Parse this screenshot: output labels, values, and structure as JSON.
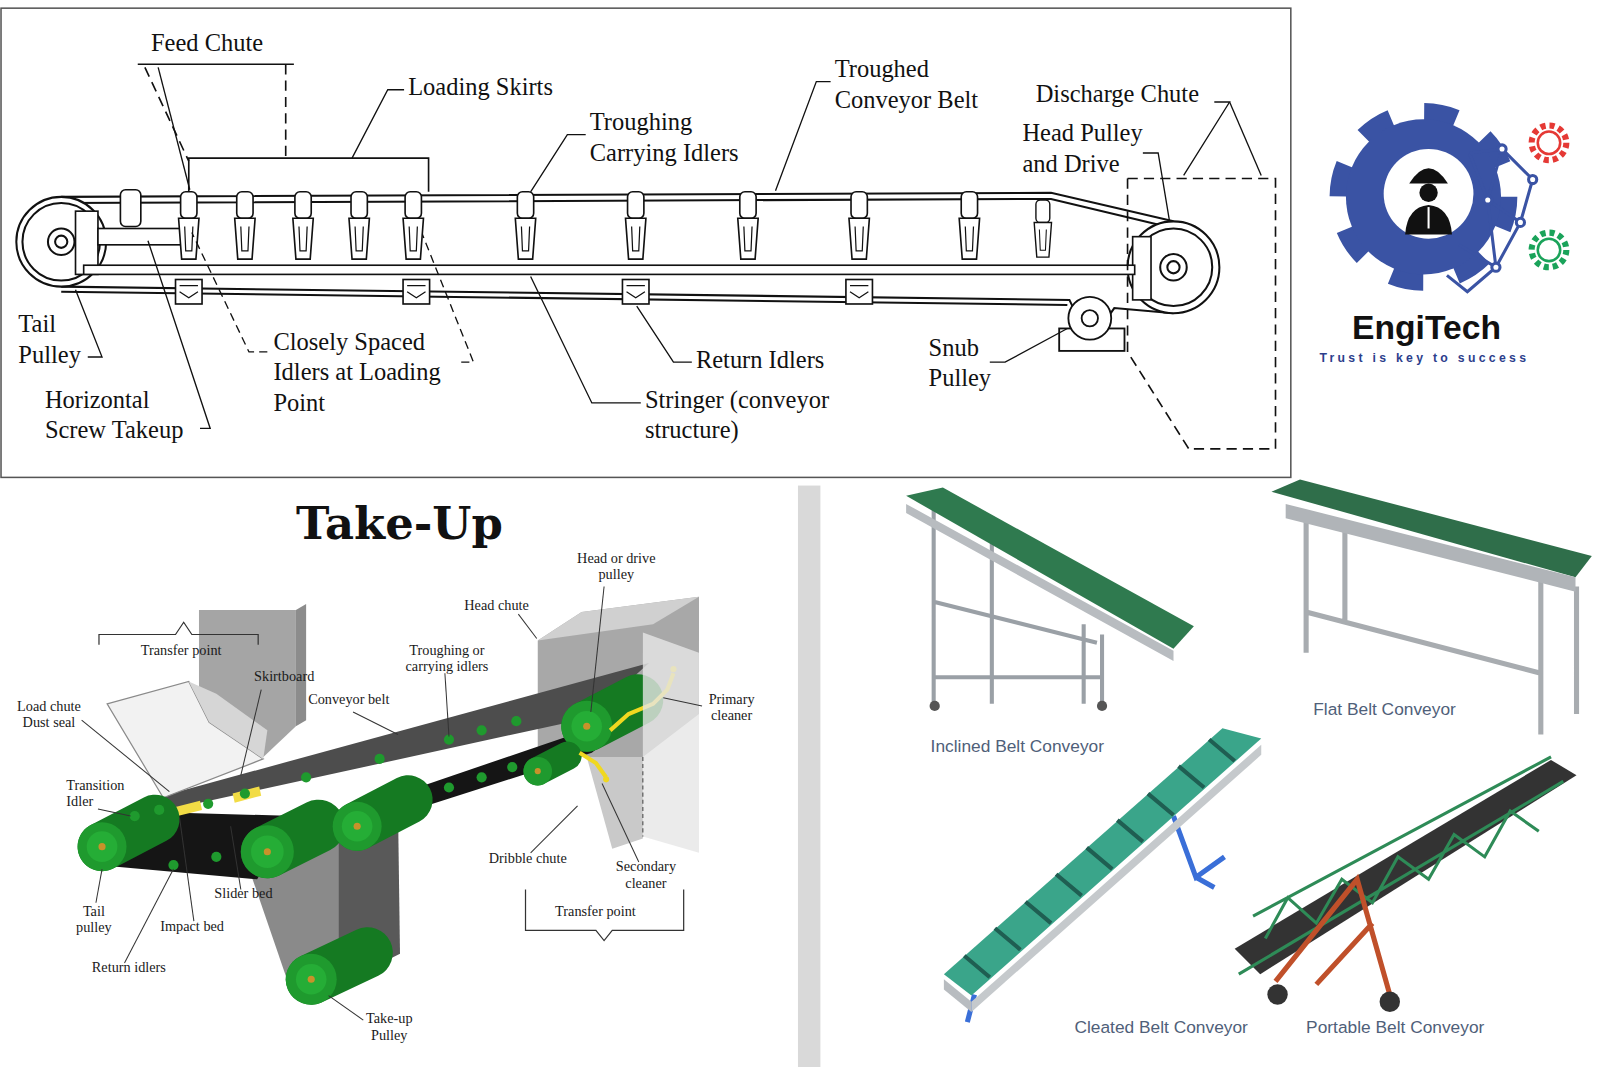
{
  "diagram": {
    "labels": [
      "Feed Chute",
      "Loading Skirts",
      "Troughing Carrying Idlers",
      "Troughed Conveyor Belt",
      "Discharge Chute",
      "Head Pulley and Drive",
      "Tail Pulley",
      "Horizontal Screw Takeup",
      "Closely Spaced Idlers at Loading Point",
      "Return Idlers",
      "Stringer (conveyor structure)",
      "Snub Pulley",
      "EngiTech",
      "Trust is key to success",
      "Take-Up",
      "Head or drive pulley",
      "Head chute",
      "Transfer point",
      "Skirtboard",
      "Troughing or carrying idlers",
      "Conveyor belt",
      "Load chute Dust seal",
      "Primary cleaner",
      "Transition Idler",
      "Dribble chute",
      "Secondary cleaner",
      "Slider bed",
      "Tail pulley",
      "Impact bed",
      "Transfer point",
      "Return idlers",
      "Take-up Pulley",
      "Inclined Belt Conveyor",
      "Flat Belt Conveyor",
      "Cleated Belt Conveyor",
      "Portable Belt Conveyor"
    ]
  }
}
